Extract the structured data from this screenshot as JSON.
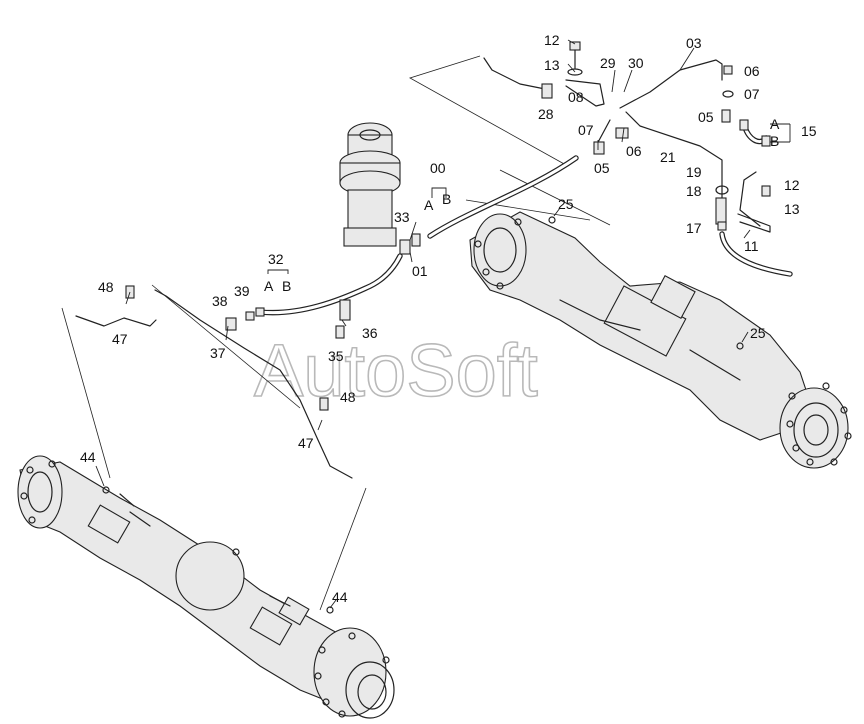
{
  "watermark": "AutoSoft",
  "callouts": {
    "c00": "00",
    "c00a": "A",
    "c00b": "B",
    "c01": "01",
    "c03": "03",
    "c05a": "05",
    "c05b": "05",
    "c06a": "06",
    "c06b": "06",
    "c07a": "07",
    "c07b": "07",
    "c08": "08",
    "c11": "11",
    "c12a": "12",
    "c12b": "12",
    "c13a": "13",
    "c13b": "13",
    "c15": "15",
    "c15a": "A",
    "c15b": "B",
    "c17": "17",
    "c18": "18",
    "c19": "19",
    "c21": "21",
    "c25a": "25",
    "c25b": "25",
    "c28": "28",
    "c29": "29",
    "c30": "30",
    "c32": "32",
    "c32a": "A",
    "c32b": "B",
    "c33": "33",
    "c35": "35",
    "c36": "36",
    "c37": "37",
    "c38": "38",
    "c39": "39",
    "c44a": "44",
    "c44b": "44",
    "c47a": "47",
    "c47b": "47",
    "c48a": "48",
    "c48b": "48"
  }
}
